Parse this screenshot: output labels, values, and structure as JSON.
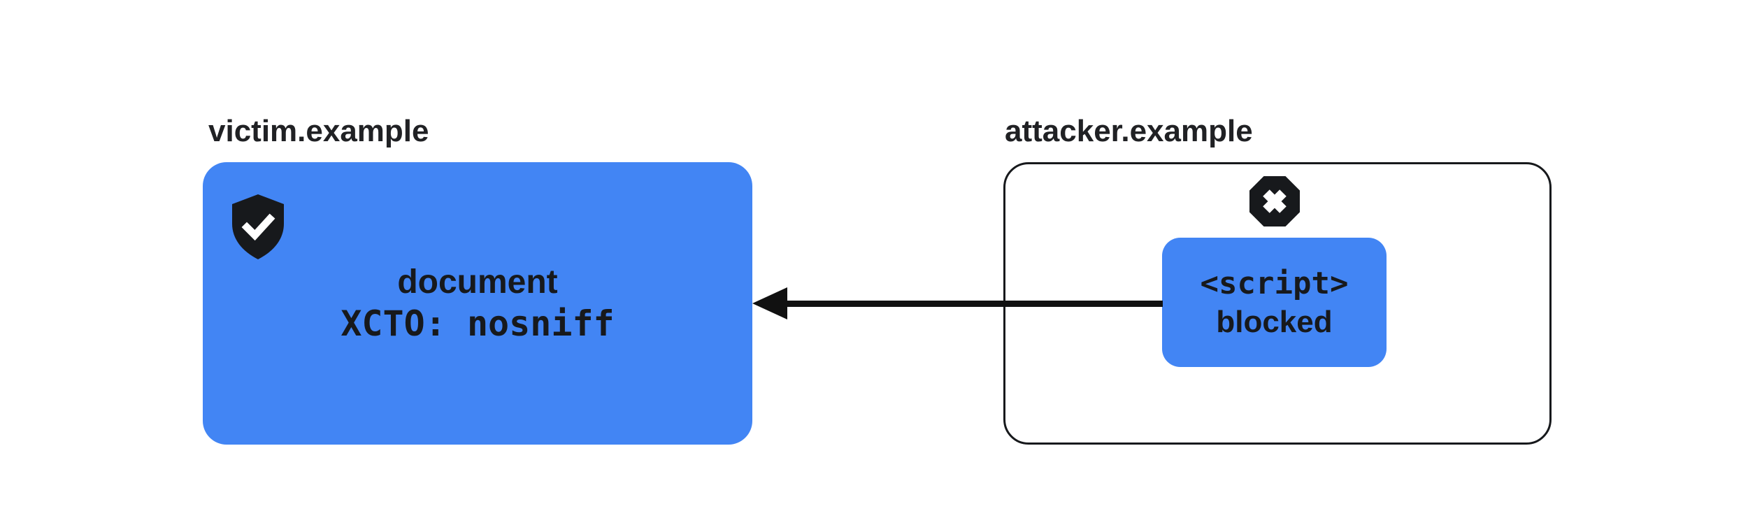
{
  "colors": {
    "primary_blue": "#4285F4",
    "icon_dark": "#17191C",
    "text_dark": "#17191C",
    "label_dark": "#202124",
    "background": "#FFFFFF",
    "arrow_black": "#111111"
  },
  "victim": {
    "label": "victim.example",
    "icon": "shield-check-icon",
    "box": {
      "line1": "document",
      "line2": "XCTO: nosniff"
    }
  },
  "attacker": {
    "label": "attacker.example",
    "icon": "octagon-x-icon",
    "script_box": {
      "line1": "<script>",
      "line2": "blocked"
    }
  },
  "arrow": {
    "direction": "right-to-left"
  }
}
